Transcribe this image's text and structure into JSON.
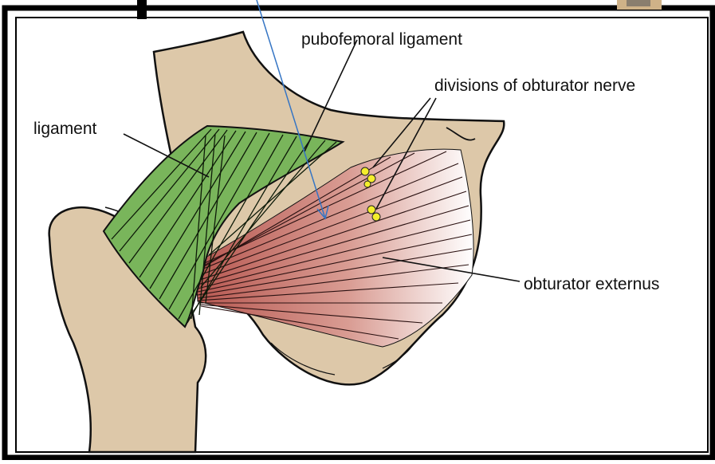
{
  "labels": {
    "pubofemoral": "pubofemoral ligament",
    "obturator_nerve": "divisions of obturator nerve",
    "ligament": "ligament",
    "obturator_externus": "obturator externus"
  },
  "colors": {
    "bone": "#ddc8a9",
    "ligament_green": "#79b55b",
    "muscle_red": "#c86a60",
    "nerve_yellow": "#f4ee2c",
    "pointer_blue": "#3575c4",
    "frame": "#000000"
  },
  "icons": {
    "top_right_thumbnail": "tissue-thumbnail-icon"
  }
}
